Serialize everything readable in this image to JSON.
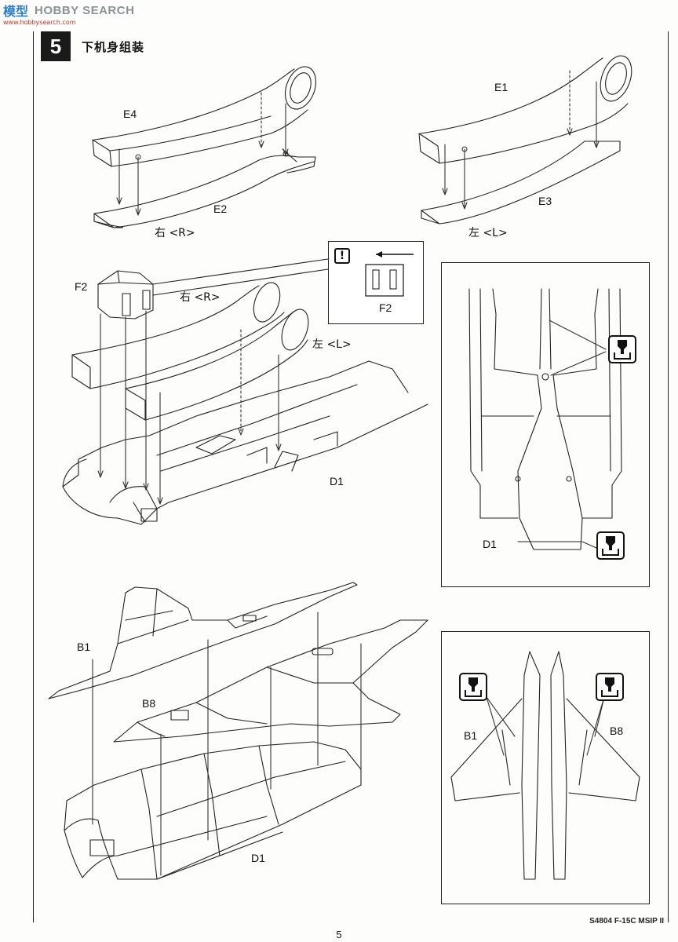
{
  "watermark": {
    "glyphs": "模型",
    "brand": "HOBBY SEARCH",
    "url": "www.hobbysearch.com"
  },
  "step": {
    "number": "5",
    "title": "下机身组装"
  },
  "labels": {
    "e4": "E4",
    "e1": "E1",
    "e2": "E2",
    "e3": "E3",
    "right_upper": "右 <R>",
    "left_upper": "左 <L>",
    "f2": "F2",
    "right_mid": "右 <R>",
    "left_mid": "左 <L>",
    "d1_mid": "D1",
    "b1": "B1",
    "b8": "B8",
    "d1_bottom": "D1"
  },
  "note_box": {
    "icon_label": "!",
    "part": "F2"
  },
  "detail_top": {
    "part": "D1"
  },
  "detail_bottom": {
    "left_part": "B1",
    "right_part": "B8"
  },
  "footer": {
    "code": "S4804 F-15C MSIP II",
    "page": "5"
  },
  "icons": [
    "exclamation-icon",
    "arrow-left-icon",
    "drill-hole-icon"
  ]
}
